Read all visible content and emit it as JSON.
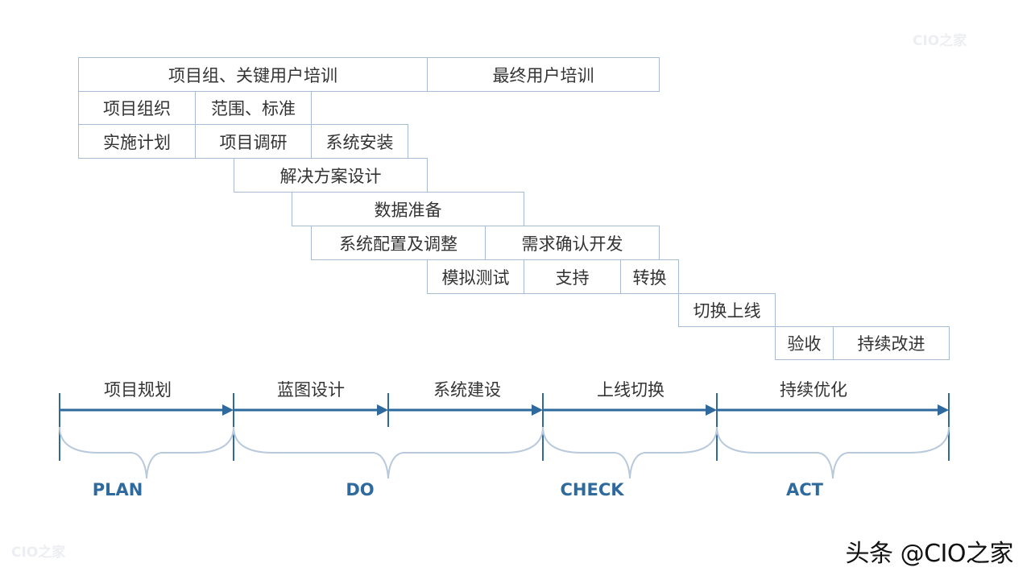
{
  "watermarks": {
    "top": "CIO之家",
    "bottom": "CIO之家"
  },
  "credit": "头条 @CIO之家",
  "colors": {
    "axis": "#2e6a9e",
    "border": "#a7bcd3",
    "brace": "#b8c9dc",
    "pdca": "#2e6a9e"
  },
  "tasks": [
    {
      "label": "项目组、关键用户培训"
    },
    {
      "label": "最终用户培训"
    },
    {
      "label": "项目组织"
    },
    {
      "label": "范围、标准"
    },
    {
      "label": "实施计划"
    },
    {
      "label": "项目调研"
    },
    {
      "label": "系统安装"
    },
    {
      "label": "解决方案设计"
    },
    {
      "label": "数据准备"
    },
    {
      "label": "系统配置及调整"
    },
    {
      "label": "需求确认开发"
    },
    {
      "label": "模拟测试"
    },
    {
      "label": "支持"
    },
    {
      "label": "转换"
    },
    {
      "label": "切换上线"
    },
    {
      "label": "验收"
    },
    {
      "label": "持续改进"
    }
  ],
  "phases": [
    {
      "label": "项目规划"
    },
    {
      "label": "蓝图设计"
    },
    {
      "label": "系统建设"
    },
    {
      "label": "上线切换"
    },
    {
      "label": "持续优化"
    }
  ],
  "pdca": [
    {
      "label": "PLAN"
    },
    {
      "label": "DO"
    },
    {
      "label": "CHECK"
    },
    {
      "label": "ACT"
    }
  ]
}
